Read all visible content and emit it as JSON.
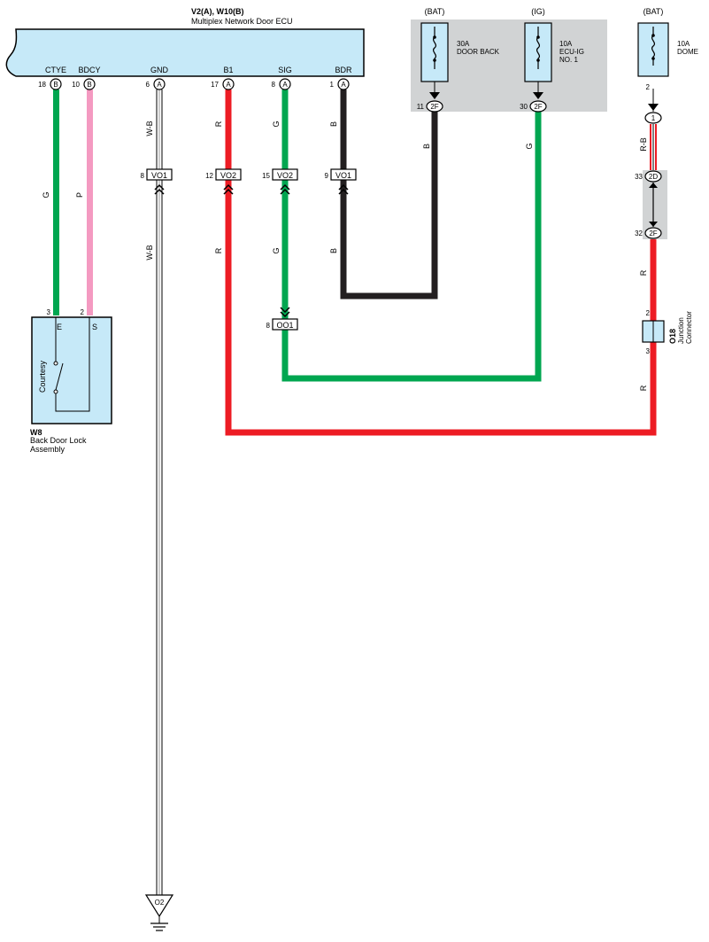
{
  "ecu": {
    "title": "V2(A), W10(B)",
    "subtitle": "Multiplex Network Door ECU",
    "pins": [
      {
        "label": "CTYE",
        "pin": "18",
        "conn": "B"
      },
      {
        "label": "BDCY",
        "pin": "10",
        "conn": "B"
      },
      {
        "label": "GND",
        "pin": "6",
        "conn": "A"
      },
      {
        "label": "B1",
        "pin": "17",
        "conn": "A"
      },
      {
        "label": "SIG",
        "pin": "8",
        "conn": "A"
      },
      {
        "label": "BDR",
        "pin": "1",
        "conn": "A"
      }
    ]
  },
  "fuse_block": {
    "fuses": [
      {
        "source": "(BAT)",
        "rating": "30A",
        "name_line1": "DOOR BACK",
        "name_line2": "",
        "pin": "11",
        "conn": "2F"
      },
      {
        "source": "(IG)",
        "rating": "10A",
        "name_line1": "ECU-IG",
        "name_line2": "NO. 1",
        "pin": "30",
        "conn": "2F"
      }
    ]
  },
  "dome_fuse": {
    "source": "(BAT)",
    "rating": "10A",
    "name": "DOME",
    "pin": "2",
    "conn_pin": "1"
  },
  "junction_block": {
    "top_pin": "33",
    "top_conn": "2D",
    "bottom_pin": "32",
    "bottom_conn": "2F"
  },
  "connectors": {
    "vo1_gnd": {
      "pin": "8",
      "name": "VO1"
    },
    "vo2_b1": {
      "pin": "12",
      "name": "VO2"
    },
    "vo2_sig": {
      "pin": "15",
      "name": "VO2"
    },
    "vo1_bdr": {
      "pin": "9",
      "name": "VO1"
    },
    "oo1_sig": {
      "pin": "8",
      "name": "OO1"
    }
  },
  "junction_connector": {
    "id": "O18",
    "name_line1": "Junction",
    "name_line2": "Connector",
    "top_pin": "2",
    "bottom_pin": "3"
  },
  "back_door": {
    "id": "W8",
    "name_line1": "Back Door Lock",
    "name_line2": "Assembly",
    "switch_label": "Courtesy",
    "pin_e": "3",
    "pin_s": "2",
    "label_e": "E",
    "label_s": "S"
  },
  "ground": {
    "id": "O2"
  },
  "wire_labels": {
    "g": "G",
    "p": "P",
    "wb": "W-B",
    "r": "R",
    "b": "B",
    "rb": "R-B"
  },
  "colors": {
    "green": "#00a650",
    "pink": "#f49ac1",
    "red": "#ed1c24",
    "black": "#231f20",
    "white_black": "#ffffff",
    "component_fill": "#c6e9f8",
    "block_gray": "#d1d3d4"
  }
}
